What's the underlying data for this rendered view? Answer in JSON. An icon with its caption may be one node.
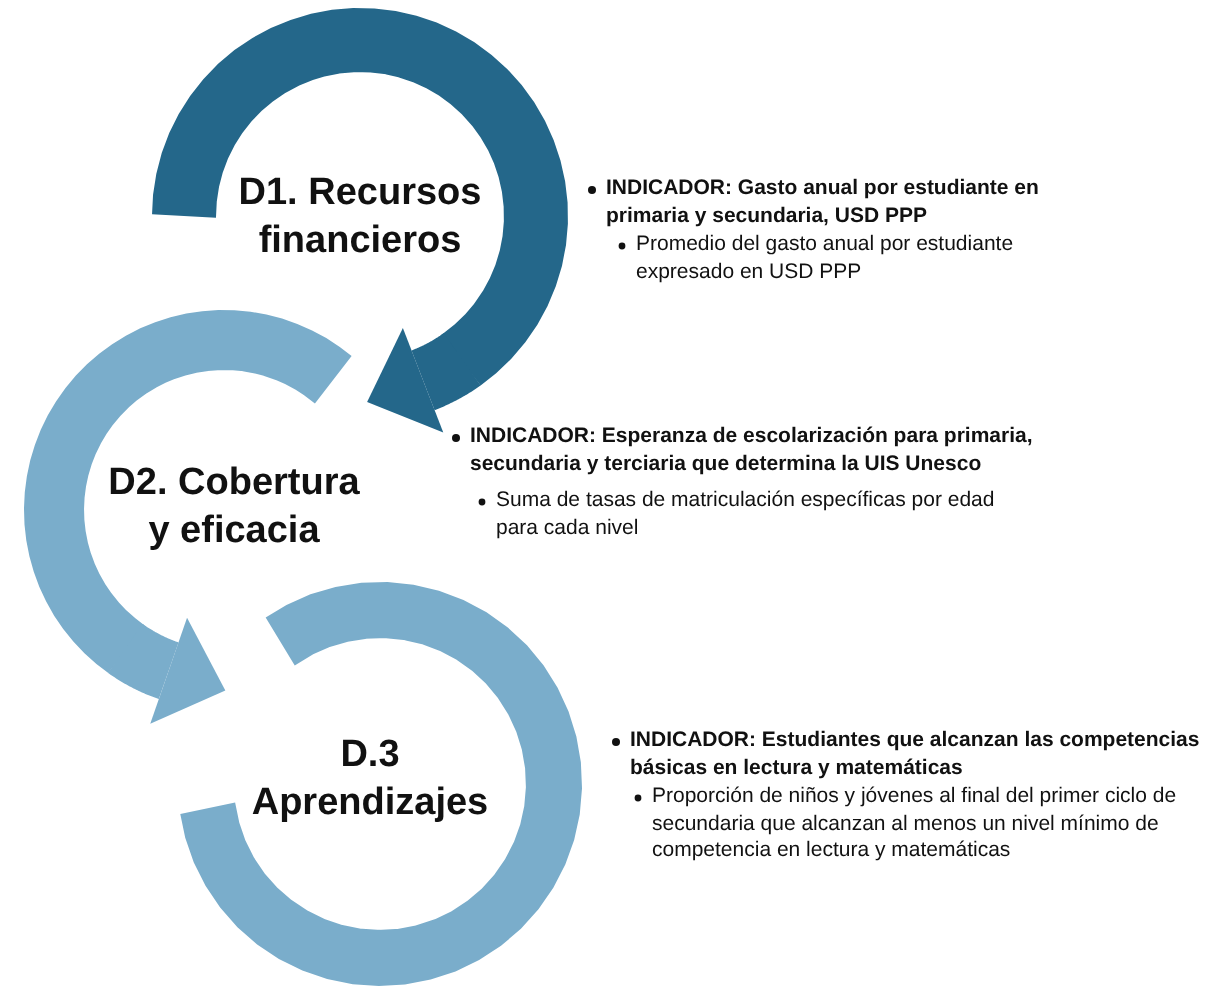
{
  "diagram": {
    "nodes": [
      {
        "text": [
          "D1. Recursos financieros"
        ],
        "beside": [
          "INDICADOR: Gasto anual por estudiante en primaria y secundaria, USD PPP",
          "Promedio del gasto anual por estudiante expresado en USD PPP"
        ]
      },
      {
        "text": [
          "D2. Cobertura y eficacia"
        ],
        "beside": [
          "INDICADOR: Esperanza de escolarización para primaria, secundaria y terciaria que determina la UIS Unesco",
          "Suma de tasas de matriculación específicas por edad para cada nivel"
        ]
      },
      {
        "text": [
          "D.3 Aprendizajes"
        ],
        "beside": [
          "INDICADOR: Estudiantes que alcanzan las competencias básicas en lectura y matemáticas",
          "Proporción de niños y jóvenes al final del primer ciclo de secundaria que alcanzan al menos un nivel mínimo de competencia en lectura y matemáticas"
        ]
      }
    ],
    "edges": [
      {
        "from": 0,
        "to": 1,
        "arrow": "to"
      },
      {
        "from": 1,
        "to": 2,
        "arrow": "to",
        "color": "#7aadcb"
      }
    ]
  }
}
